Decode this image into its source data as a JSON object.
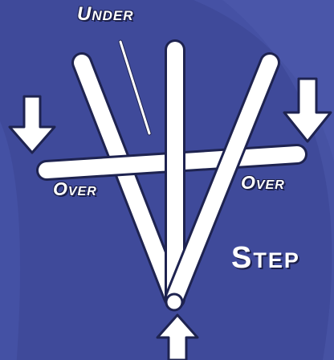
{
  "labels": {
    "under": "Under",
    "over_left": "Over",
    "over_right": "Over",
    "step": "Step"
  },
  "colors": {
    "background": "#3f4a9a",
    "background_band": "#4a57ad",
    "stick_fill": "#ffffff",
    "stick_outline": "#1e2350"
  },
  "icons": [
    "arrow-down-icon",
    "arrow-down-icon",
    "arrow-up-icon",
    "pointer-line-icon"
  ]
}
